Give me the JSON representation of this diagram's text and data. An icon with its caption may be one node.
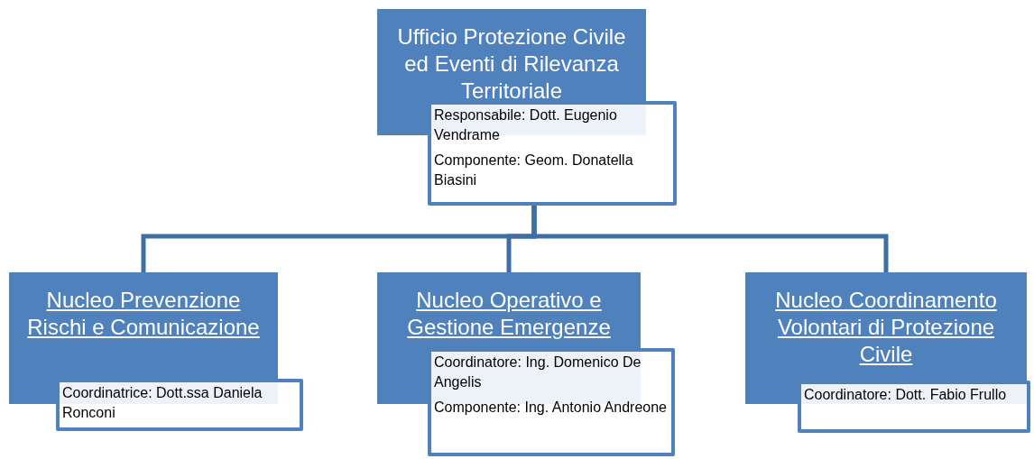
{
  "diagram": {
    "nodes": [
      {
        "text": [
          "Ufficio Protezione Civile ed Eventi di Rilevanza Territoriale"
        ]
      },
      {
        "text": [
          "Responsabile: Dott. Eugenio Vendrame",
          "Componente: Geom. Donatella Biasini"
        ]
      },
      {
        "text": [
          "Nucleo Prevenzione Rischi e Comunicazione"
        ]
      },
      {
        "text": [
          "Coordinatrice: Dott.ssa Daniela Ronconi"
        ]
      },
      {
        "text": [
          "Nucleo Operativo e Gestione Emergenze"
        ]
      },
      {
        "text": [
          "Coordinatore: Ing. Domenico De Angelis",
          "Componente: Ing. Antonio Andreone"
        ]
      },
      {
        "text": [
          "Nucleo Coordinamento Volontari di Protezione Civile"
        ]
      },
      {
        "text": [
          "Coordinatore: Dott. Fabio Frullo"
        ]
      }
    ],
    "edges": [
      {
        "from": 1,
        "to": 2,
        "arrow": "none"
      },
      {
        "from": 1,
        "to": 4,
        "arrow": "none"
      },
      {
        "from": 1,
        "to": 6,
        "arrow": "none"
      }
    ]
  }
}
